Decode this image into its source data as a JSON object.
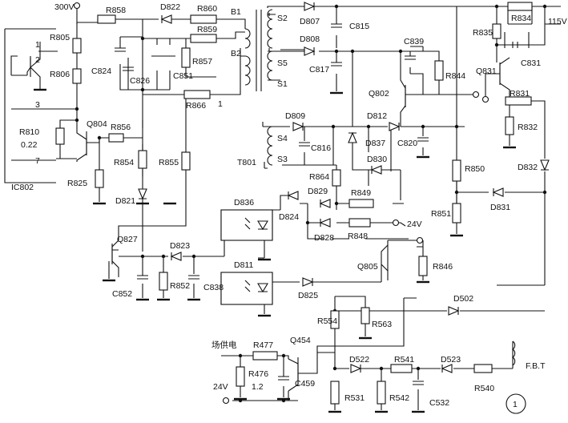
{
  "schematic": {
    "voltages": {
      "v300": "300V",
      "v115": "115V",
      "v24a": "24V",
      "v24b": "24V"
    },
    "ic": {
      "name": "IC802",
      "pins": [
        "1",
        "2",
        "3",
        "7"
      ]
    },
    "transformer": {
      "name": "T801",
      "primary": [
        "B1",
        "B2"
      ],
      "pin1": "1",
      "secondary": [
        "S2",
        "S5",
        "S1",
        "S4",
        "S3"
      ]
    },
    "resistors": {
      "R805": "R805",
      "R806": "R806",
      "R810": "R810",
      "R810v": "0.22",
      "R825": "R825",
      "R856": "R856",
      "R854": "R854",
      "R855": "R855",
      "R858": "R858",
      "R860": "R860",
      "R859": "R859",
      "R857": "R857",
      "R866": "R866",
      "R864": "R864",
      "R849": "R849",
      "R848": "R848",
      "R850": "R850",
      "R851": "R851",
      "R834": "R834",
      "R835": "R835",
      "R831": "R831",
      "R832": "R832",
      "R844": "R844",
      "R846": "R846",
      "R852": "R852",
      "R554": "R554",
      "R563": "R563",
      "R477": "R477",
      "R476": "R476",
      "R476v": "1.2",
      "R541": "R541",
      "R540": "R540",
      "R531": "R531",
      "R542": "R542"
    },
    "capacitors": {
      "C824": "C824",
      "C826": "C826",
      "C851": "C851",
      "C815": "C815",
      "C817": "C817",
      "C816": "C816",
      "C820": "C820",
      "C839": "C839",
      "C831": "C831",
      "C852": "C852",
      "C838": "C838",
      "C459": "C459",
      "C532": "C532"
    },
    "diodes": {
      "D822": "D822",
      "D807": "D807",
      "D808": "D808",
      "D809": "D809",
      "D812": "D812",
      "D837": "D837",
      "D830": "D830",
      "D829": "D829",
      "D824": "D824",
      "D828": "D828",
      "D821": "D821",
      "D823": "D823",
      "D825": "D825",
      "D831": "D831",
      "D832": "D832",
      "D502": "D502",
      "D522": "D522",
      "D523": "D523"
    },
    "transistors": {
      "Q804": "Q804",
      "Q827": "Q827",
      "Q802": "Q802",
      "Q831": "Q831",
      "Q805": "Q805",
      "Q454": "Q454"
    },
    "optocouplers": {
      "D836": "D836",
      "D811": "D811"
    },
    "labels": {
      "field_power": "场供电",
      "fbt": "F.B.T",
      "figure_number": "1"
    }
  }
}
